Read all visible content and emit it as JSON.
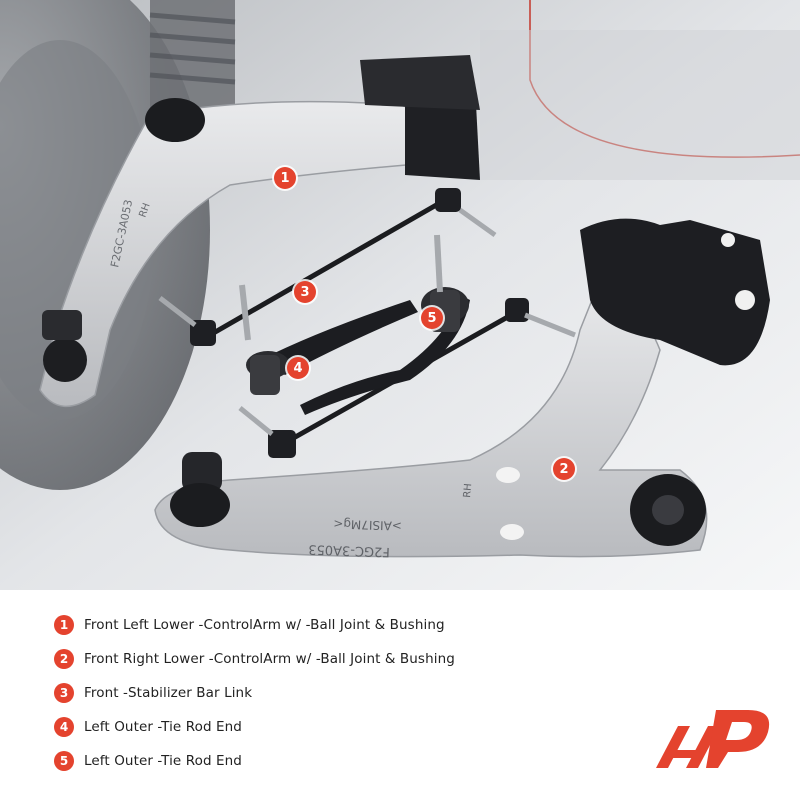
{
  "markers": [
    "1",
    "2",
    "3",
    "4",
    "5"
  ],
  "part_stamps": {
    "arm_left": "F2GC-3A053",
    "arm_left_side": "RH",
    "arm_right": "F2GC-3A053",
    "arm_right_brand": ">AISI7Mg<",
    "arm_right_side": "RH"
  },
  "legend": [
    {
      "num": "1",
      "text": "Front Left Lower -ControlArm w/ -Ball Joint & Bushing"
    },
    {
      "num": "2",
      "text": "Front Right Lower -ControlArm w/ -Ball Joint & Bushing"
    },
    {
      "num": "3",
      "text": "Front -Stabilizer Bar Link"
    },
    {
      "num": "4",
      "text": "Left Outer -Tie Rod End"
    },
    {
      "num": "5",
      "text": "Left Outer -Tie Rod End"
    }
  ],
  "colors": {
    "accent": "#e4432e",
    "text": "#222222"
  },
  "logo": {
    "icon": "a-premium-logo-icon"
  }
}
